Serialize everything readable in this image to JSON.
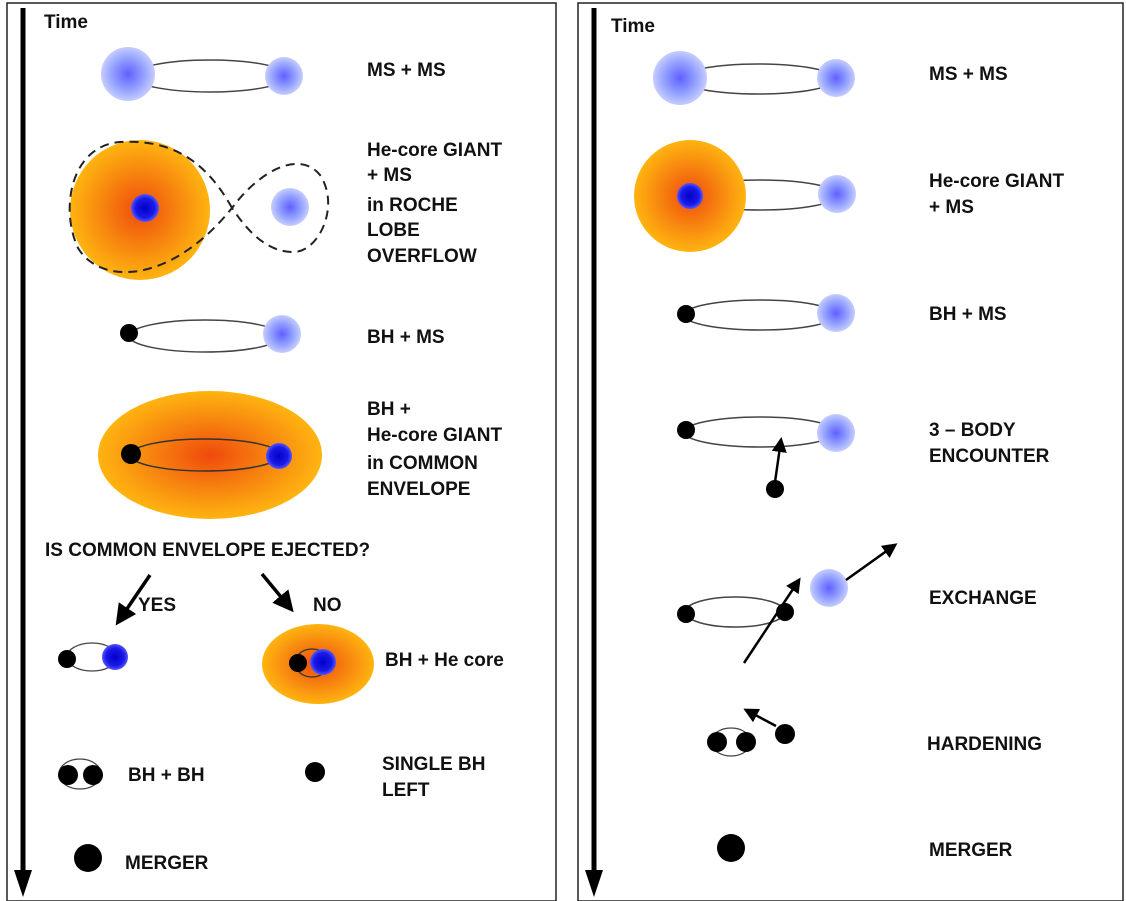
{
  "colors": {
    "ms_star": "#8f9dff",
    "ms_star_core": "#6c6cff",
    "he_core": "#1414e6",
    "giant_outer": "#ffb00e",
    "giant_inner": "#f26a10",
    "black_hole": "#000000",
    "frame": "#222222"
  },
  "left_panel": {
    "time_label": "Time",
    "stages": {
      "ms_ms": "MS + MS",
      "rlof": [
        "He-core GIANT",
        "+ MS",
        "in ROCHE",
        "LOBE",
        "OVERFLOW"
      ],
      "bh_ms": "BH + MS",
      "common_envelope": [
        "BH +",
        "He-core GIANT",
        "in COMMON",
        "ENVELOPE"
      ],
      "question": "IS COMMON ENVELOPE EJECTED?",
      "yes": "YES",
      "no": "NO",
      "bh_he_core": "BH + He core",
      "bh_bh": "BH + BH",
      "single_bh": [
        "SINGLE BH",
        "LEFT"
      ],
      "merger": "MERGER"
    }
  },
  "right_panel": {
    "time_label": "Time",
    "stages": {
      "ms_ms": "MS + MS",
      "giant_ms": [
        "He-core GIANT",
        "+ MS"
      ],
      "bh_ms": "BH + MS",
      "three_body": [
        "3 –  BODY",
        "ENCOUNTER"
      ],
      "exchange": "EXCHANGE",
      "hardening": "HARDENING",
      "merger": "MERGER"
    }
  }
}
